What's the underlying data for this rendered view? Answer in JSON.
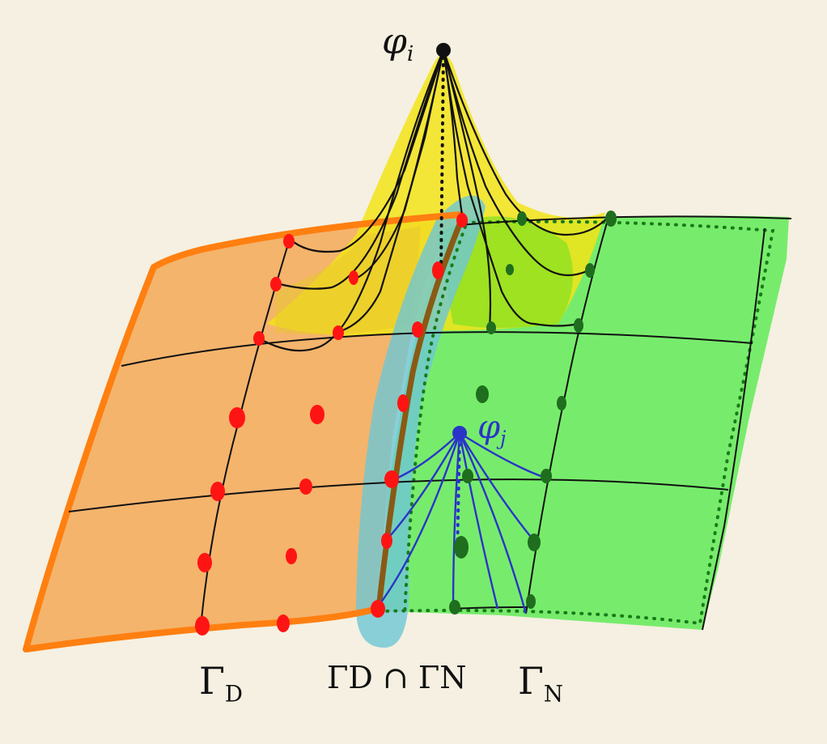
{
  "labels": {
    "phi_i": {
      "symbol": "φ",
      "sub": "i"
    },
    "phi_j": {
      "symbol": "φ",
      "sub": "j"
    },
    "gamma_d": {
      "symbol": "Γ",
      "sub": "D"
    },
    "gamma_dn": "ΓD ∩ ΓN",
    "gamma_n": {
      "symbol": "Γ",
      "sub": "N"
    }
  },
  "colors": {
    "background": "#f5f0e1",
    "dirichlet_fill": "#f4b46c",
    "dirichlet_border": "#ff7f10",
    "neumann_fill": "#77ec6c",
    "neumann_dots": "#1a7a1a",
    "intersection_band": "#6ec7d6",
    "interface_line": "#8a5a14",
    "peak_fill": "#f2e418",
    "red_nodes": "#ff1414",
    "green_nodes": "#1e6e1e",
    "phi_j_lines": "#2a35c8",
    "grid_lines": "#111111"
  }
}
